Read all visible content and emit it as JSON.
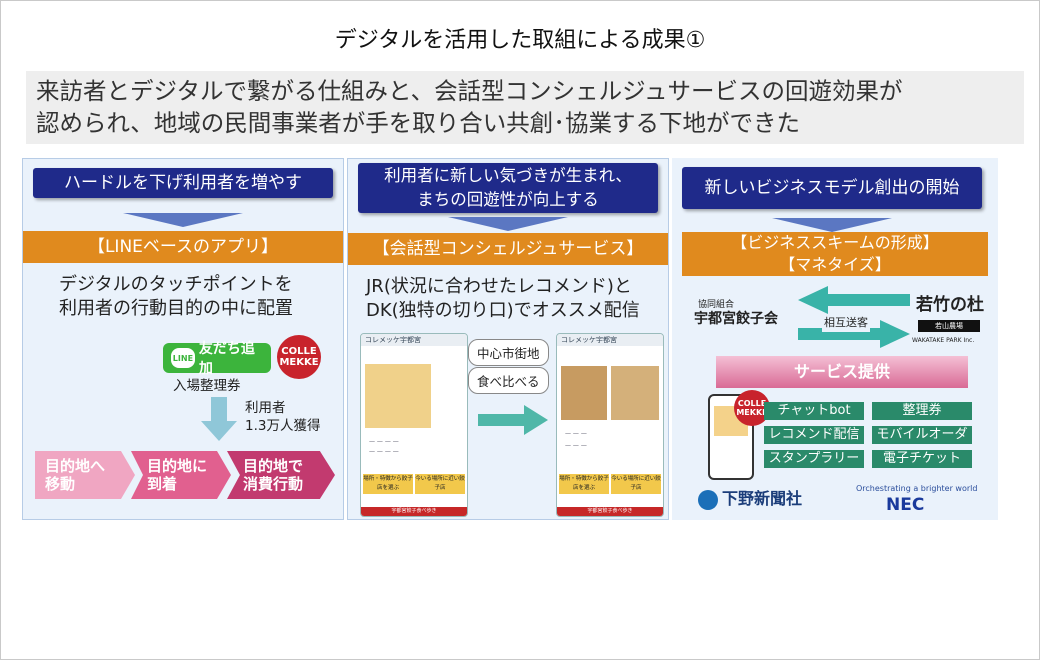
{
  "title": "デジタルを活用した取組による成果①",
  "summary": {
    "line1": "来訪者とデジタルで繋がる仕組みと、会話型コンシェルジュサービスの回遊効果が",
    "line2": "認められ、地域の民間事業者が手を取り合い共創･協業する下地ができた"
  },
  "panel1": {
    "header": "ハードルを下げ利用者を増やす",
    "label": "【LINEベースのアプリ】",
    "text1": "デジタルのタッチポイントを",
    "text2": "利用者の行動目的の中に配置",
    "line_button": "友だち追加",
    "line_logo": "LINE",
    "colle_logo": "COLLE MEKKE",
    "entry": "入場整理券",
    "users_label": "利用者",
    "users_count": "1.3万人獲得",
    "steps": [
      {
        "l1": "目的地へ",
        "l2": "移動"
      },
      {
        "l1": "目的地に",
        "l2": "到着"
      },
      {
        "l1": "目的地で",
        "l2": "消費行動"
      }
    ]
  },
  "panel2": {
    "header1": "利用者に新しい気づきが生まれ、",
    "header2": "まちの回遊性が向上する",
    "label": "【会話型コンシェルジュサービス】",
    "text1": "JR(状況に合わせたレコメンド)と",
    "text2": "DK(独特の切り口)でオススメ配信",
    "bubble1": "中心市街地",
    "bubble2": "食べ比べる",
    "phone_title": "コレメッケ宇都宮",
    "phone_btn1": "場所・特徴から餃子店を選ぶ",
    "phone_btn2": "今いる場所に近い餃子店",
    "phone_footer": "宇都宮餃子食べ歩き"
  },
  "panel3": {
    "header": "新しいビジネスモデル創出の開始",
    "label1": "【ビジネススキームの形成】",
    "label2": "【マネタイズ】",
    "partner_left_small": "協同組合",
    "partner_left": "宇都宮餃子会",
    "partner_right": "若竹の杜",
    "partner_right_small1": "若山農場",
    "partner_right_sub": "WAKATAKE PARK Inc.",
    "mutual": "相互送客",
    "service_band": "サービス提供",
    "services": [
      "チャットbot",
      "整理券",
      "レコメンド配信",
      "モバイルオーダー",
      "スタンプラリー",
      "電子チケット"
    ],
    "shimotsuke": "下野新聞社",
    "nec_tagline": "Orchestrating a brighter world",
    "nec": "NEC",
    "colle_logo": "COLLE MEKKE"
  },
  "colors": {
    "navy": "#1f2a8a",
    "orange": "#e08a1e",
    "panel_bg": "#eaf2fb",
    "pink1": "#f0a6c2",
    "pink2": "#e1608f",
    "pink3": "#c23a6f",
    "service_green": "#2a8a6a"
  }
}
